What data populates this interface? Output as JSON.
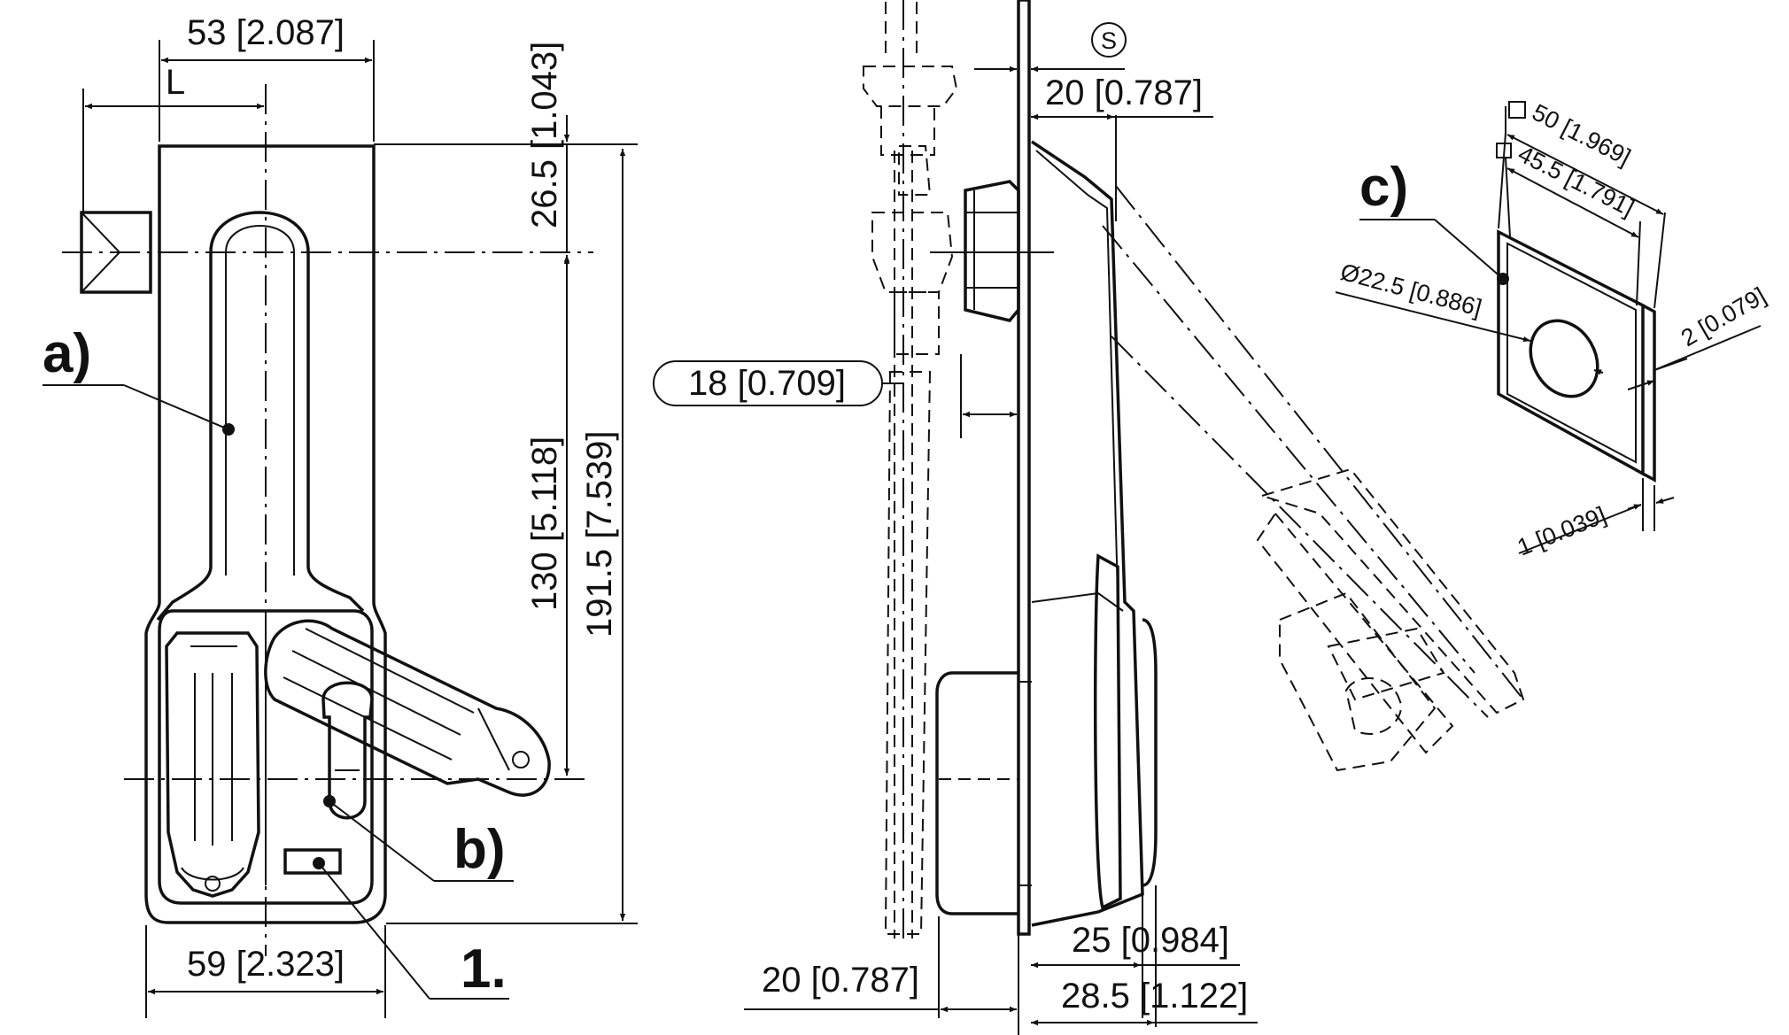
{
  "callouts": {
    "a": "a)",
    "b": "b)",
    "c": "c)",
    "one": "1."
  },
  "front_view": {
    "width_top": "53 [2.087]",
    "length_label": "L",
    "top_offset": "26.5 [1.043]",
    "pivot_height": "130 [5.118]",
    "overall_height": "191.5 [7.539]",
    "bottom_width": "59 [2.323]"
  },
  "side_view": {
    "s_mark": "S",
    "top_depth": "20 [0.787]",
    "reference_dim": "18 [0.709]",
    "bottom_left": "20 [0.787]",
    "depth_25": "25 [0.984]",
    "depth_285": "28.5 [1.122]"
  },
  "gasket": {
    "outer_square": "50 [1.969]",
    "inner_square": "45.5 [1.791]",
    "hole_diameter": "Ø22.5 [0.886]",
    "thickness_outer": "2 [0.079]",
    "thickness_inner": "1 [0.039]"
  },
  "colors": {
    "line": "#111111",
    "background": "#ffffff"
  }
}
